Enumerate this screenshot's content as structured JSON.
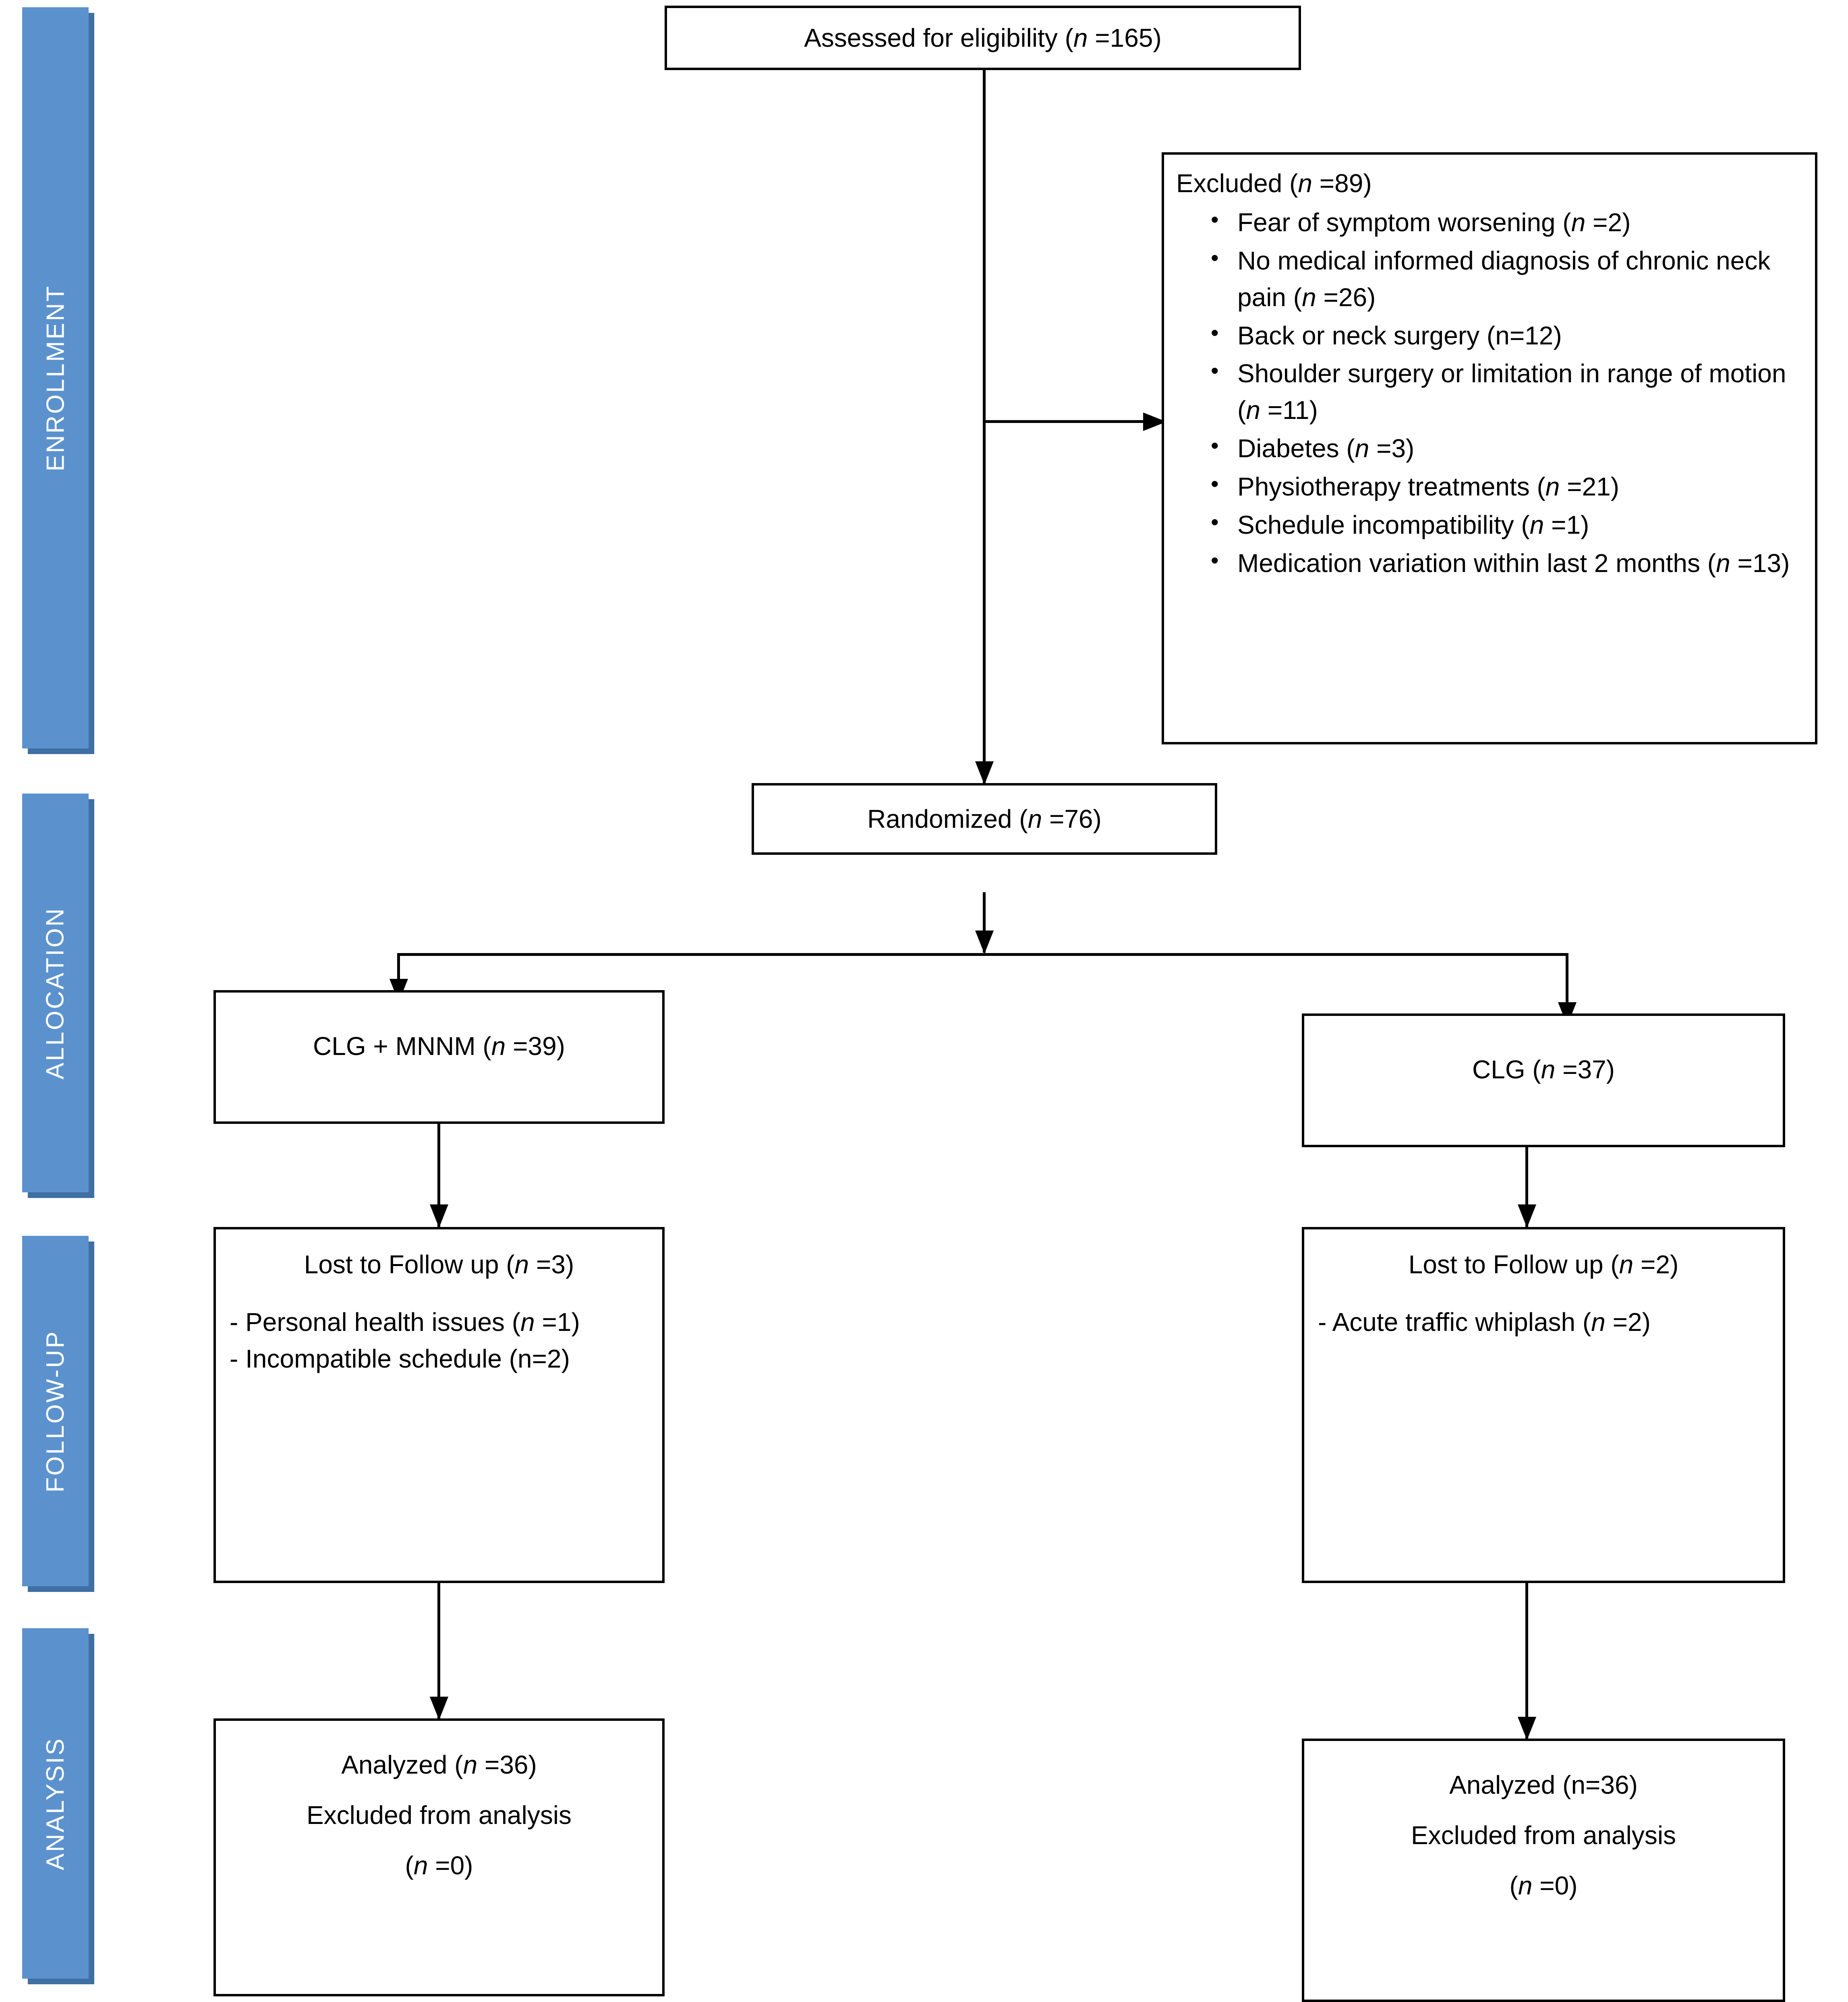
{
  "diagram": {
    "title": "CONSORT participant flow diagram",
    "accent_color": "#5B92CE",
    "accent_shadow_color": "#3F6FA3",
    "line_color": "#000000"
  },
  "stages": [
    {
      "id": "enrollment",
      "label": "ENROLLMENT"
    },
    {
      "id": "allocation",
      "label": "ALLOCATION"
    },
    {
      "id": "followup",
      "label": "FOLLOW-UP"
    },
    {
      "id": "analysis",
      "label": "ANALYSIS"
    }
  ],
  "boxes": {
    "assessed": {
      "text_before": "Assessed for eligibility (",
      "n_symbol": "n",
      "text_after": " =165)"
    },
    "excluded": {
      "heading_before": "Excluded (",
      "heading_n": "n",
      "heading_after": " =89)",
      "items": [
        {
          "before": "Fear of symptom worsening (",
          "n": "n",
          "after": " =2)"
        },
        {
          "before": "No medical informed diagnosis of chronic neck pain (",
          "n": "n",
          "after": " =26)"
        },
        {
          "before": "Back or neck surgery (n=12)",
          "n": "",
          "after": ""
        },
        {
          "before": "Shoulder surgery or limitation in range of motion (",
          "n": "n",
          "after": " =11)"
        },
        {
          "before": "Diabetes (",
          "n": "n",
          "after": " =3)"
        },
        {
          "before": "Physiotherapy treatments (",
          "n": "n",
          "after": " =21)"
        },
        {
          "before": "Schedule incompatibility (",
          "n": "n",
          "after": " =1)"
        },
        {
          "before": "Medication variation within last 2 months (",
          "n": "n",
          "after": " =13)"
        }
      ]
    },
    "randomized": {
      "text_before": "Randomized (",
      "n_symbol": "n",
      "text_after": " =76)"
    },
    "alloc_left": {
      "text_before": "CLG + MNNM (",
      "n_symbol": "n",
      "text_after": " =39)"
    },
    "alloc_right": {
      "text_before": "CLG  (",
      "n_symbol": "n",
      "text_after": " =37)"
    },
    "followup_left": {
      "heading_before": "Lost to Follow up (",
      "heading_n": "n",
      "heading_after": " =3)",
      "reasons": [
        {
          "before": "- Personal health issues (",
          "n": "n",
          "after": " =1)"
        },
        {
          "before": "- Incompatible schedule (n=2)",
          "n": "",
          "after": ""
        }
      ]
    },
    "followup_right": {
      "heading_before": "Lost to Follow up (",
      "heading_n": "n",
      "heading_after": " =2)",
      "reasons": [
        {
          "before": "- Acute traffic whiplash (",
          "n": "n",
          "after": " =2)"
        }
      ]
    },
    "analysis_left": {
      "analyzed_before": "Analyzed (",
      "analyzed_n": "n",
      "analyzed_after": " =36)",
      "excluded_label": "Excluded from analysis",
      "excluded_before": "(",
      "excluded_n": "n",
      "excluded_after": " =0)"
    },
    "analysis_right": {
      "analyzed_before": "Analyzed (n=36)",
      "analyzed_n": "",
      "analyzed_after": "",
      "excluded_label": "Excluded from analysis",
      "excluded_before": "(",
      "excluded_n": "n",
      "excluded_after": " =0)"
    }
  }
}
